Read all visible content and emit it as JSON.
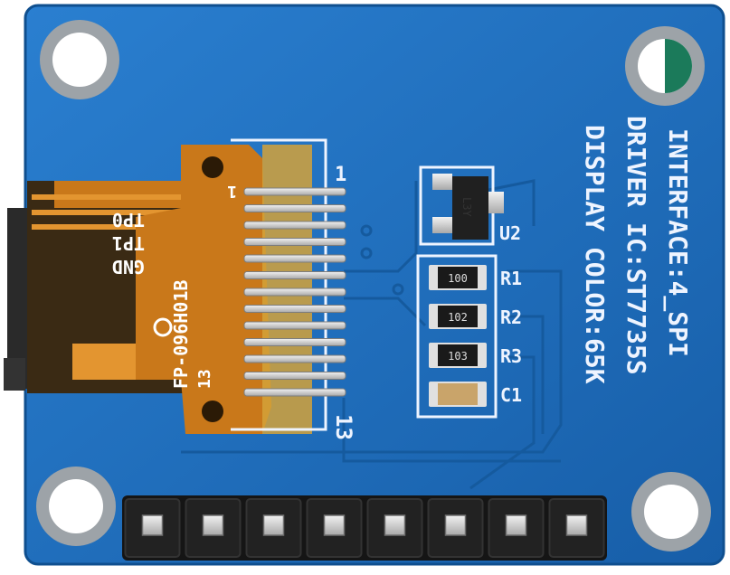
{
  "board": {
    "colors": {
      "pcb": "#1d6fc0",
      "pcb_dark": "#165fa8",
      "flex": "#c9781a",
      "silk": "#eef4ff"
    },
    "silkscreen": {
      "interface": "INTERFACE:4_SPI",
      "driver": "DRIVER IC:ST7735S",
      "display_color": "DISPLAY COLOR:65K"
    },
    "connector": {
      "pin_first": "1",
      "pin_last": "13"
    },
    "regulator": {
      "label": "U2",
      "marking": "L3Y"
    },
    "components": [
      {
        "label": "R1",
        "marking": "100"
      },
      {
        "label": "R2",
        "marking": "102"
      },
      {
        "label": "R3",
        "marking": "103"
      },
      {
        "label": "C1",
        "marking": ""
      }
    ],
    "flex_cable": {
      "part_number": "FP-096H01B",
      "pad_labels": [
        "TP0",
        "TP1",
        "GND"
      ],
      "pin_one": "1",
      "pin_last": "13"
    },
    "header": {
      "pin_count": 8
    }
  }
}
